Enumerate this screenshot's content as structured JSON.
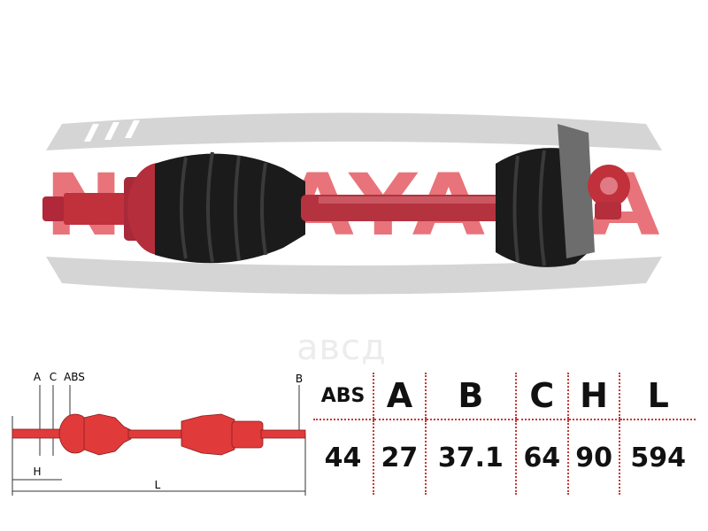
{
  "brand": {
    "logo_text": "NAKAYAMA",
    "colors": {
      "logo_red": "#e8737a",
      "band_gray": "#d5d5d5",
      "shaft_red": "#c0313c",
      "boot_black": "#1b1b1b"
    }
  },
  "watermark": "авсд",
  "diagram": {
    "labels": {
      "a": "A",
      "c": "C",
      "abs": "ABS",
      "b": "B",
      "h": "H",
      "l": "L"
    }
  },
  "spec_table": {
    "headers": [
      "ABS",
      "A",
      "B",
      "C",
      "H",
      "L"
    ],
    "values": [
      "44",
      "27",
      "37.1",
      "64",
      "90",
      "594"
    ]
  }
}
